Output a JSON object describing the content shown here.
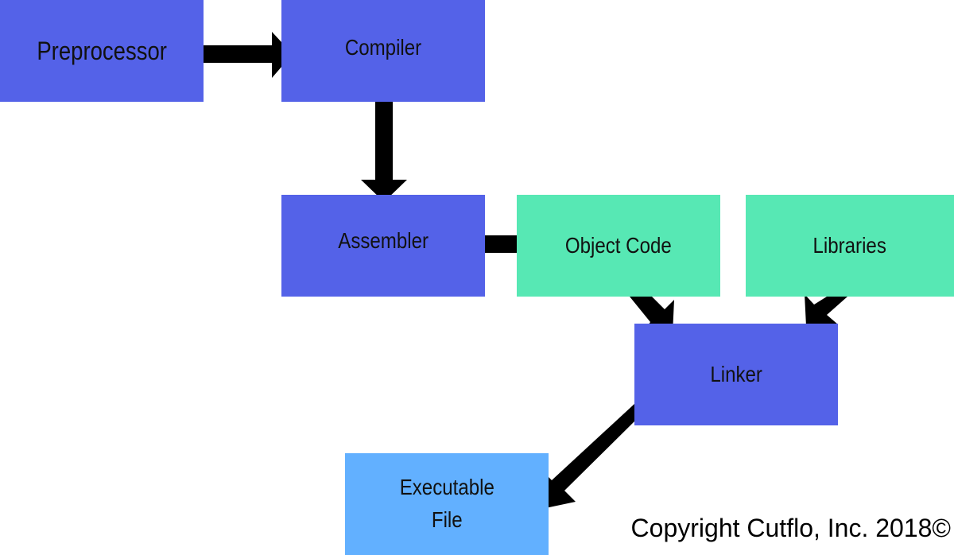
{
  "nodes": {
    "preprocessor": {
      "label": "Preprocessor",
      "color": "#5462e8"
    },
    "compiler": {
      "label": "Compiler",
      "color": "#5462e8"
    },
    "assembler": {
      "label": "Assembler",
      "color": "#5462e8"
    },
    "object_code": {
      "label": "Object Code",
      "color": "#57e8b4"
    },
    "libraries": {
      "label": "Libraries",
      "color": "#57e8b4"
    },
    "linker": {
      "label": "Linker",
      "color": "#5462e8"
    },
    "executable": {
      "label": "Executable\nFile",
      "color": "#62b0ff"
    }
  },
  "edges": [
    {
      "from": "preprocessor",
      "to": "compiler"
    },
    {
      "from": "compiler",
      "to": "assembler"
    },
    {
      "from": "assembler",
      "to": "object_code"
    },
    {
      "from": "object_code",
      "to": "linker"
    },
    {
      "from": "libraries",
      "to": "linker"
    },
    {
      "from": "linker",
      "to": "executable"
    }
  ],
  "arrow_color": "#000000",
  "copyright": "Copyright Cutflo, Inc. 2018©"
}
